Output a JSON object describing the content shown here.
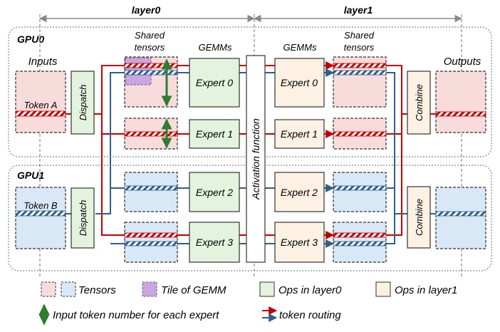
{
  "layers": {
    "layer0": "layer0",
    "layer1": "layer1"
  },
  "gpus": {
    "gpu0": "GPU0",
    "gpu1": "GPU1"
  },
  "labels": {
    "inputs": "Inputs",
    "outputs": "Outputs",
    "shared_tensors_left_1": "Shared",
    "shared_tensors_left_2": "tensors",
    "shared_tensors_right_1": "Shared",
    "shared_tensors_right_2": "tensors",
    "gemms_left": "GEMMs",
    "gemms_right": "GEMMs",
    "dispatch": "Dispatch",
    "combine": "Combine",
    "activation": "Activation function",
    "token_a": "Token A",
    "token_b": "Token B"
  },
  "experts_layer0": [
    "Expert 0",
    "Expert 1",
    "Expert 2",
    "Expert 3"
  ],
  "experts_layer1": [
    "Expert 0",
    "Expert 1",
    "Expert 2",
    "Expert 3"
  ],
  "legend": {
    "tensors": "Tensors",
    "tile": "Tile of GEMM",
    "ops_layer0": "Ops in layer0",
    "ops_layer1": "Ops in layer1",
    "token_number": "Input token number for each expert",
    "routing": "token routing"
  },
  "colors": {
    "pink": "#f8dcdc",
    "blue": "#d9e8f7",
    "purple": "#c9a6dc",
    "green": "#e4f3dd",
    "cream": "#fdf1e3",
    "red": "#c00000",
    "route_blue": "#2e5f8a",
    "arrow_green": "#2e7d32"
  }
}
